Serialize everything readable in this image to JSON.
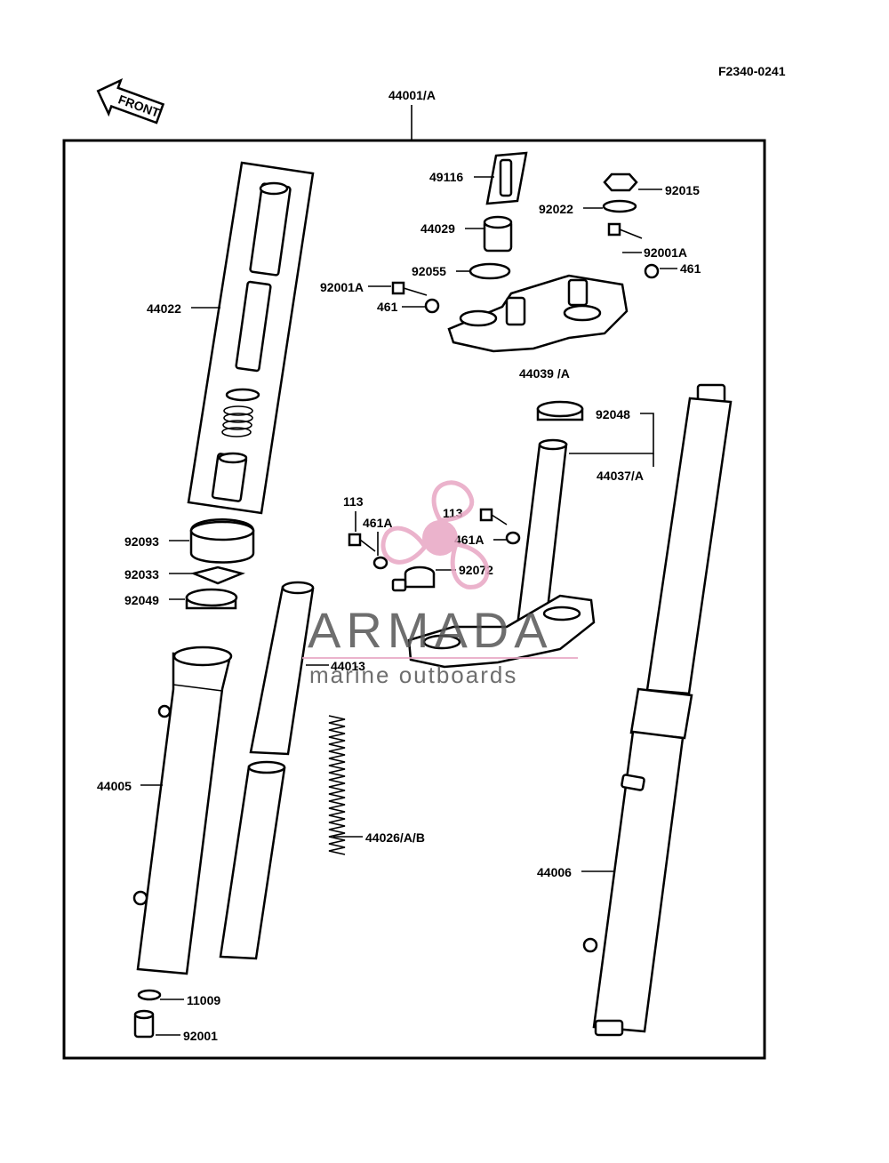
{
  "figure_code": "F2340-0241",
  "front_label": "FRONT",
  "watermark": {
    "brand": "ARMADA",
    "tagline": "marine outboards",
    "accent": "#e8a6c4"
  },
  "labels": {
    "assy": "44001/A",
    "p49116": "49116",
    "p92015": "92015",
    "p92022": "92022",
    "p44029": "44029",
    "p92001A_r": "92001A",
    "p461_r": "461",
    "p92055": "92055",
    "p92001A_l": "92001A",
    "p461_l": "461",
    "p44022": "44022",
    "p44039": "44039 /A",
    "p92048": "92048",
    "p44037": "44037/A",
    "p113_l": "113",
    "p461A_l": "461A",
    "p113_r": "113",
    "p461A_r": "461A",
    "p92072": "92072",
    "p92093": "92093",
    "p92033": "92033",
    "p92049": "92049",
    "p44013": "44013",
    "p44005": "44005",
    "p44026": "44026/A/B",
    "p44006": "44006",
    "p11009": "11009",
    "p92001": "92001"
  }
}
